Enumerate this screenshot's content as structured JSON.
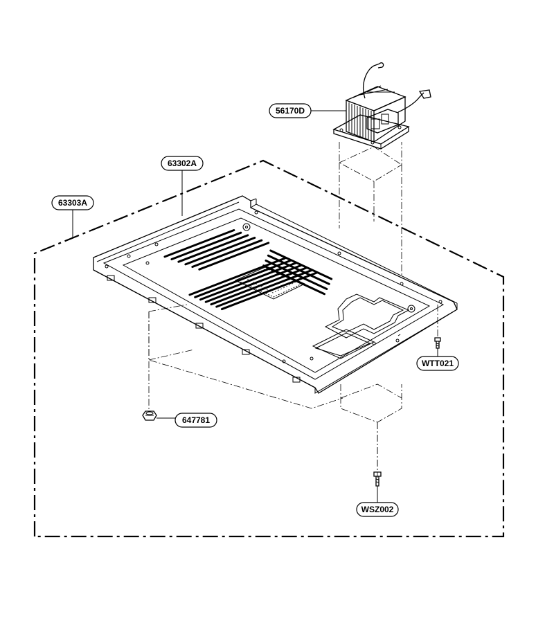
{
  "diagram": {
    "labels": {
      "transformer": "56170D",
      "base_plate_a": "63302A",
      "base_plate_b": "63303A",
      "screw_wtt": "WTT021",
      "nut": "647781",
      "screw_wsz": "WSZ002"
    }
  }
}
